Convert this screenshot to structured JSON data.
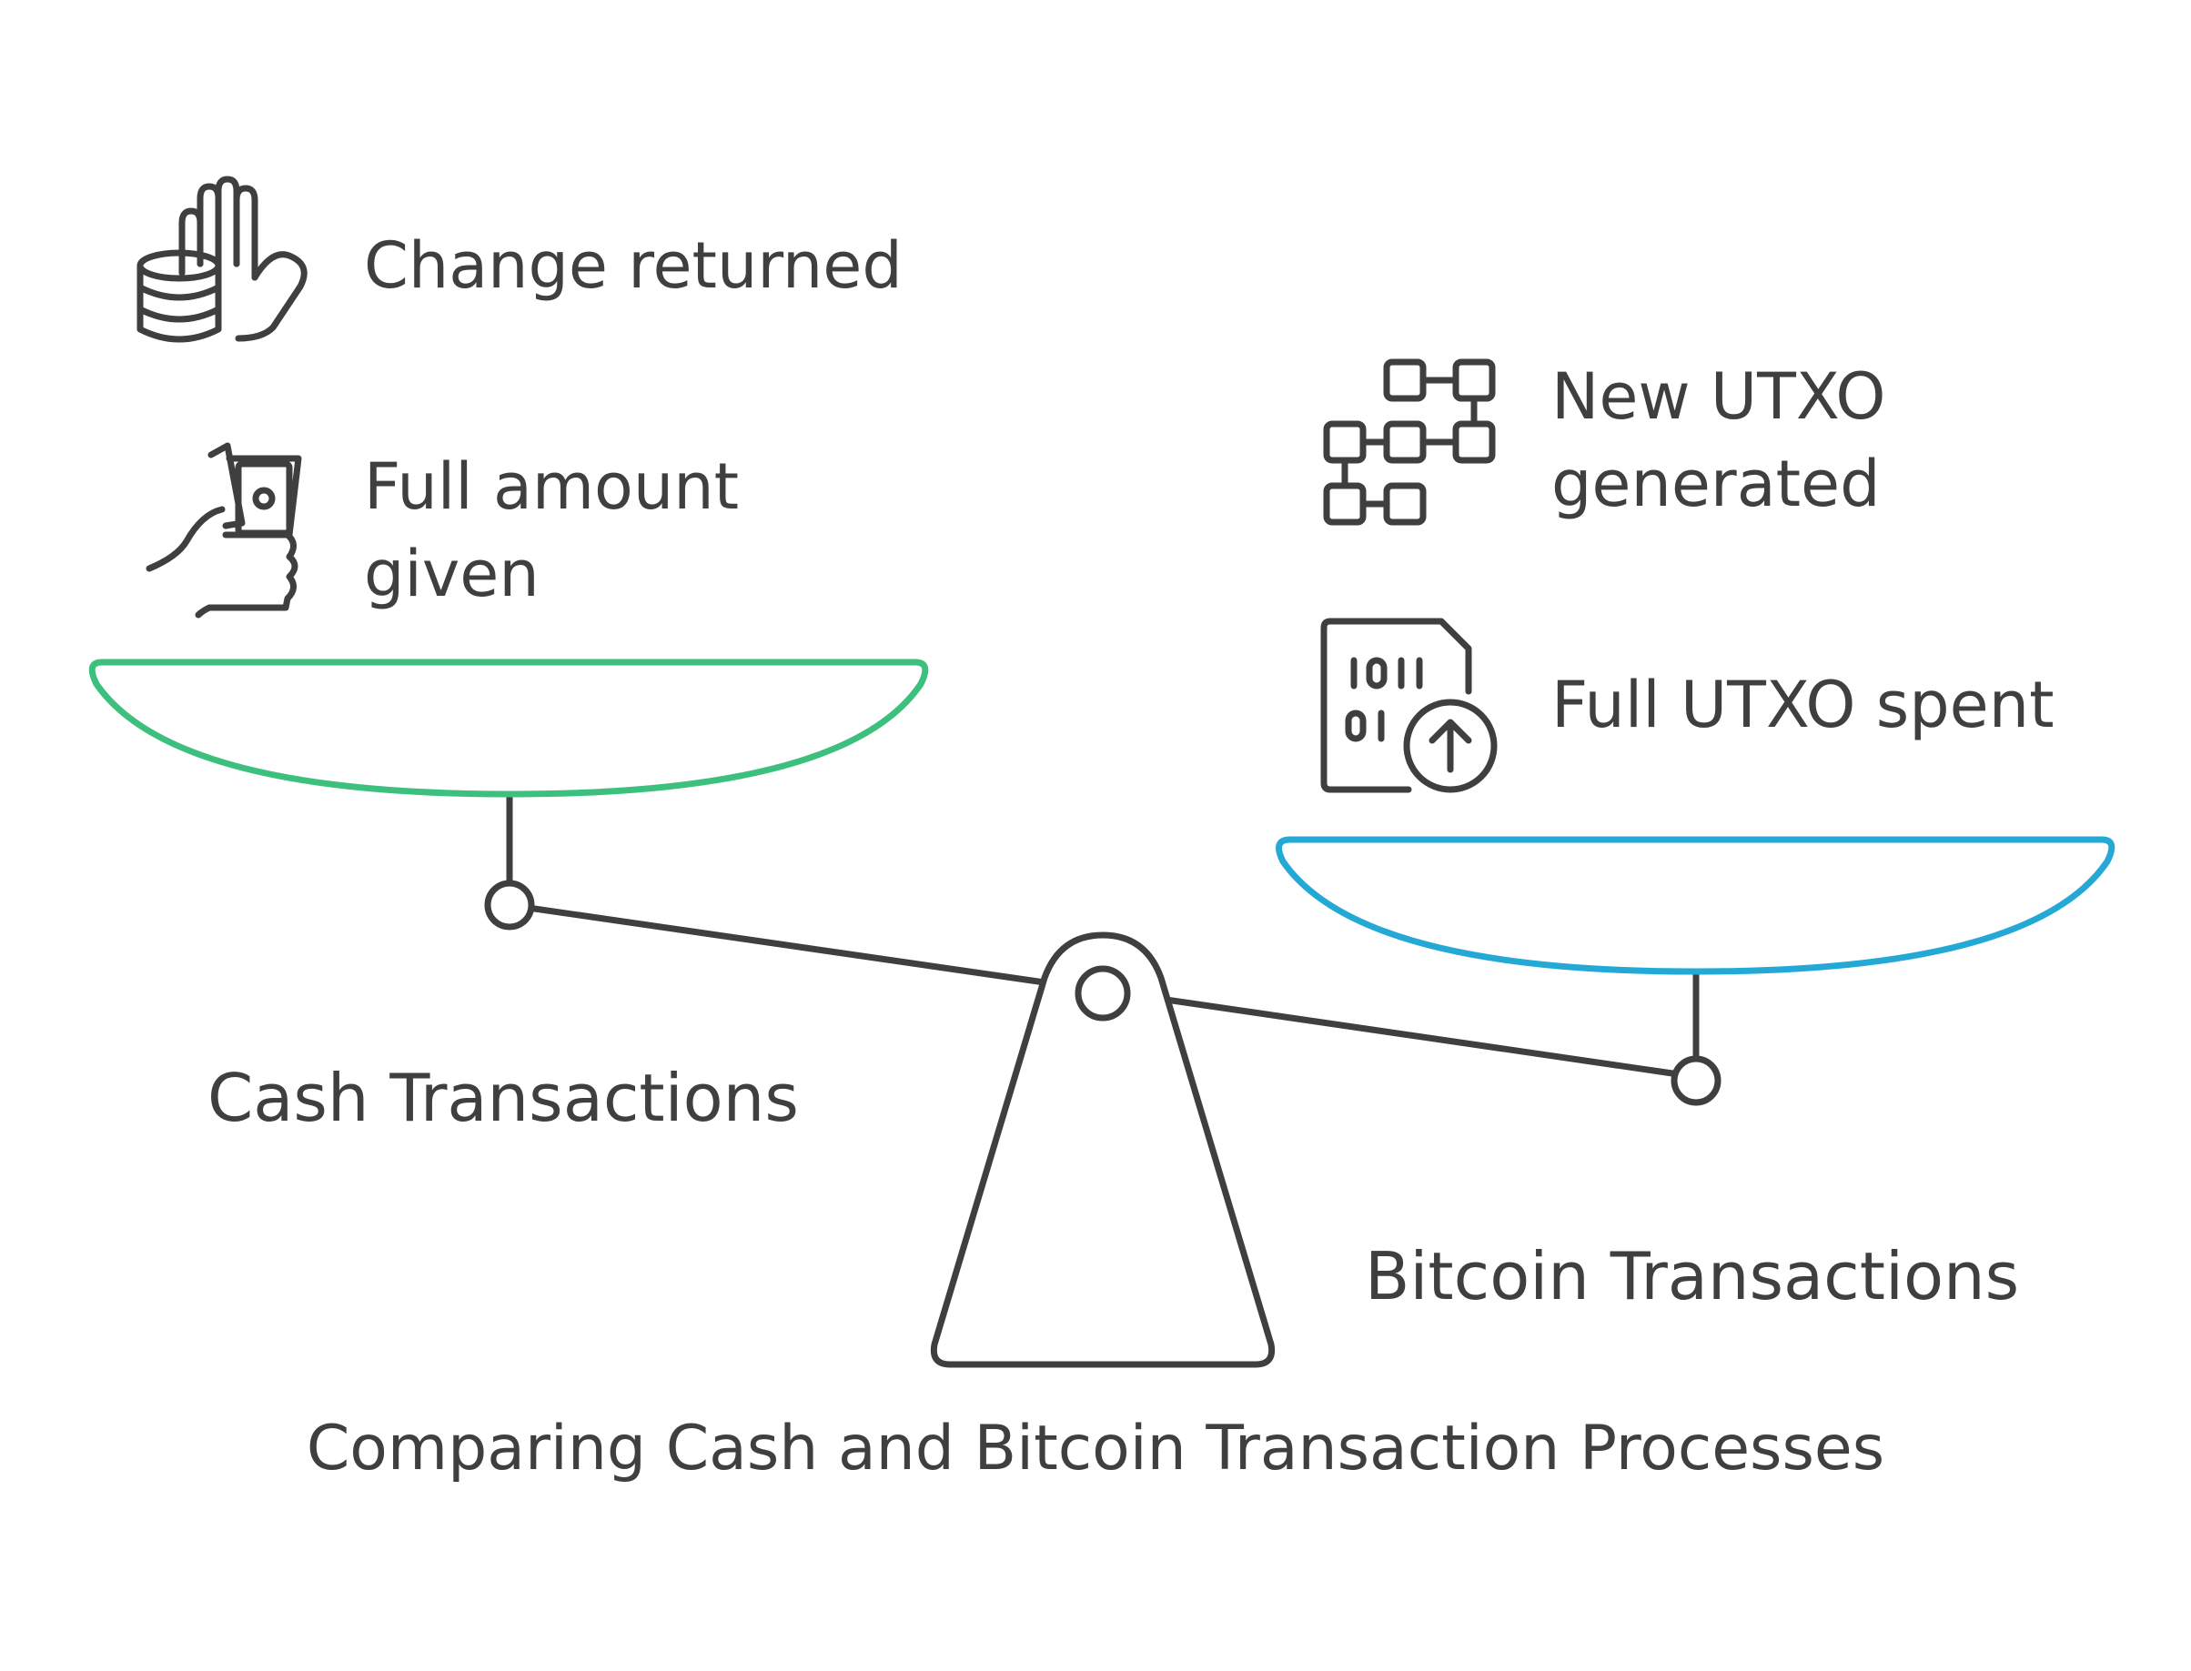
{
  "title": "Comparing Cash and Bitcoin Transaction Processes",
  "left_side": {
    "label": "Cash Transactions",
    "color": "#3dbf7e",
    "items": [
      {
        "icon": "coins-hand-icon",
        "label": "Change returned"
      },
      {
        "icon": "hand-cash-icon",
        "label": "Full amount given"
      }
    ]
  },
  "right_side": {
    "label": "Bitcoin Transactions",
    "color": "#24a9d6",
    "items": [
      {
        "icon": "network-blocks-icon",
        "label": "New UTXO generated"
      },
      {
        "icon": "binary-file-upload-icon",
        "label": "Full UTXO spent"
      }
    ]
  },
  "stroke_color": "#3f3f3f"
}
